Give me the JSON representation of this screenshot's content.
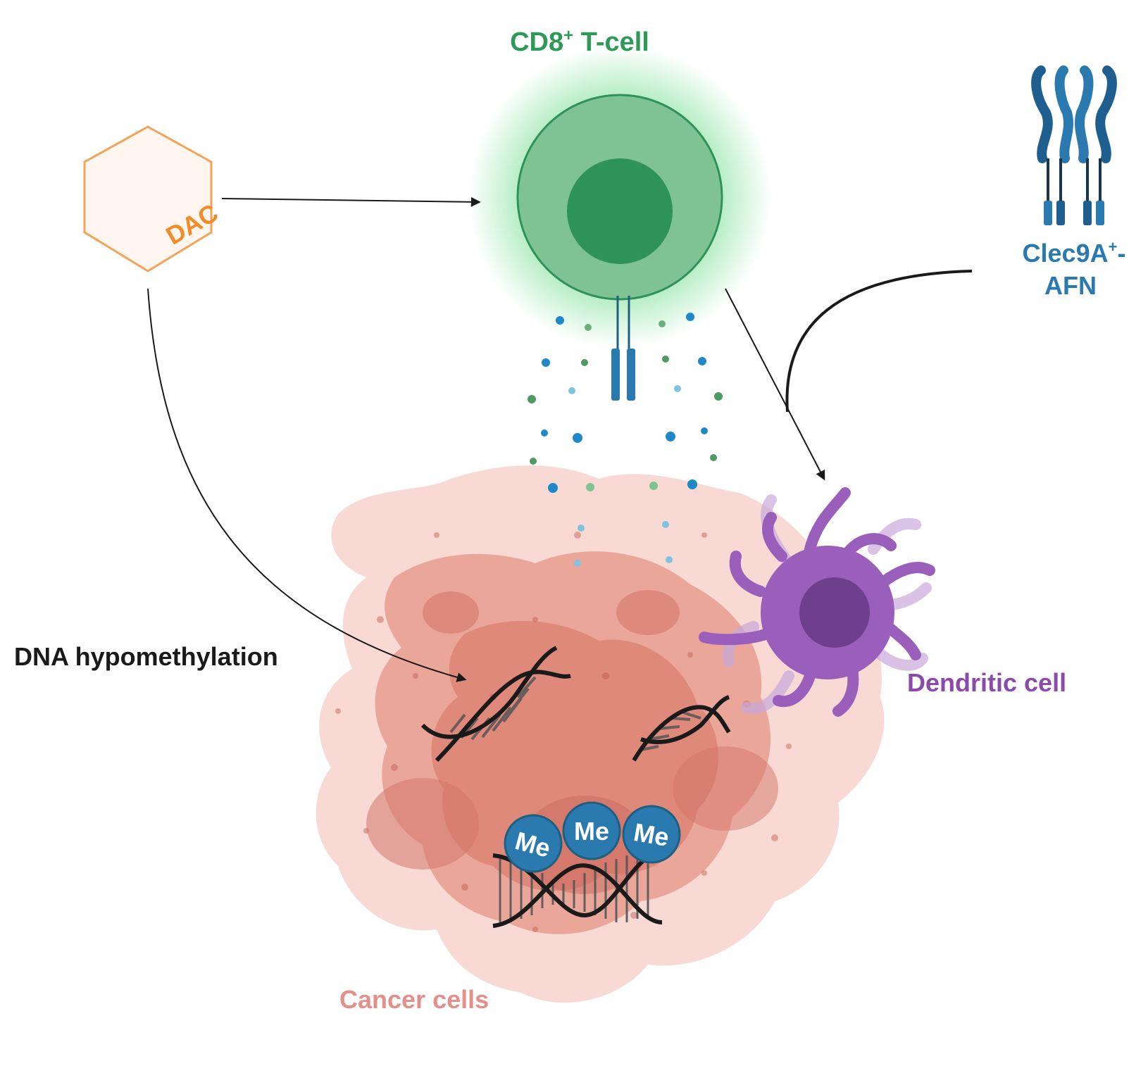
{
  "labels": {
    "tcell_main": "CD8",
    "tcell_sup": "+",
    "tcell_rest": " T-cell",
    "dac": "DAC",
    "clec_main": "Clec9A",
    "clec_sup": "+",
    "clec_dash": "-",
    "clec_line2": "AFN",
    "dna_hypo": "DNA hypomethylation",
    "dendritic": "Dendritic cell",
    "cancer": "Cancer cells",
    "me": "Me"
  },
  "colors": {
    "tcell": "#2e9a57",
    "tcell_body": "#7fc394",
    "tcell_nucleus": "#2e9358",
    "dac": "#f28c28",
    "clec": "#2a7ab0",
    "dendritic": "#8a4bab",
    "cancer": "#e88a7e",
    "me": "#2a7ab0",
    "text_dark": "#1a1a1a"
  },
  "icons": {
    "drug": "hexagon-icon",
    "receptor": "receptor-icon",
    "dna": "dna-helix-icon",
    "methyl": "methyl-group-icon"
  }
}
